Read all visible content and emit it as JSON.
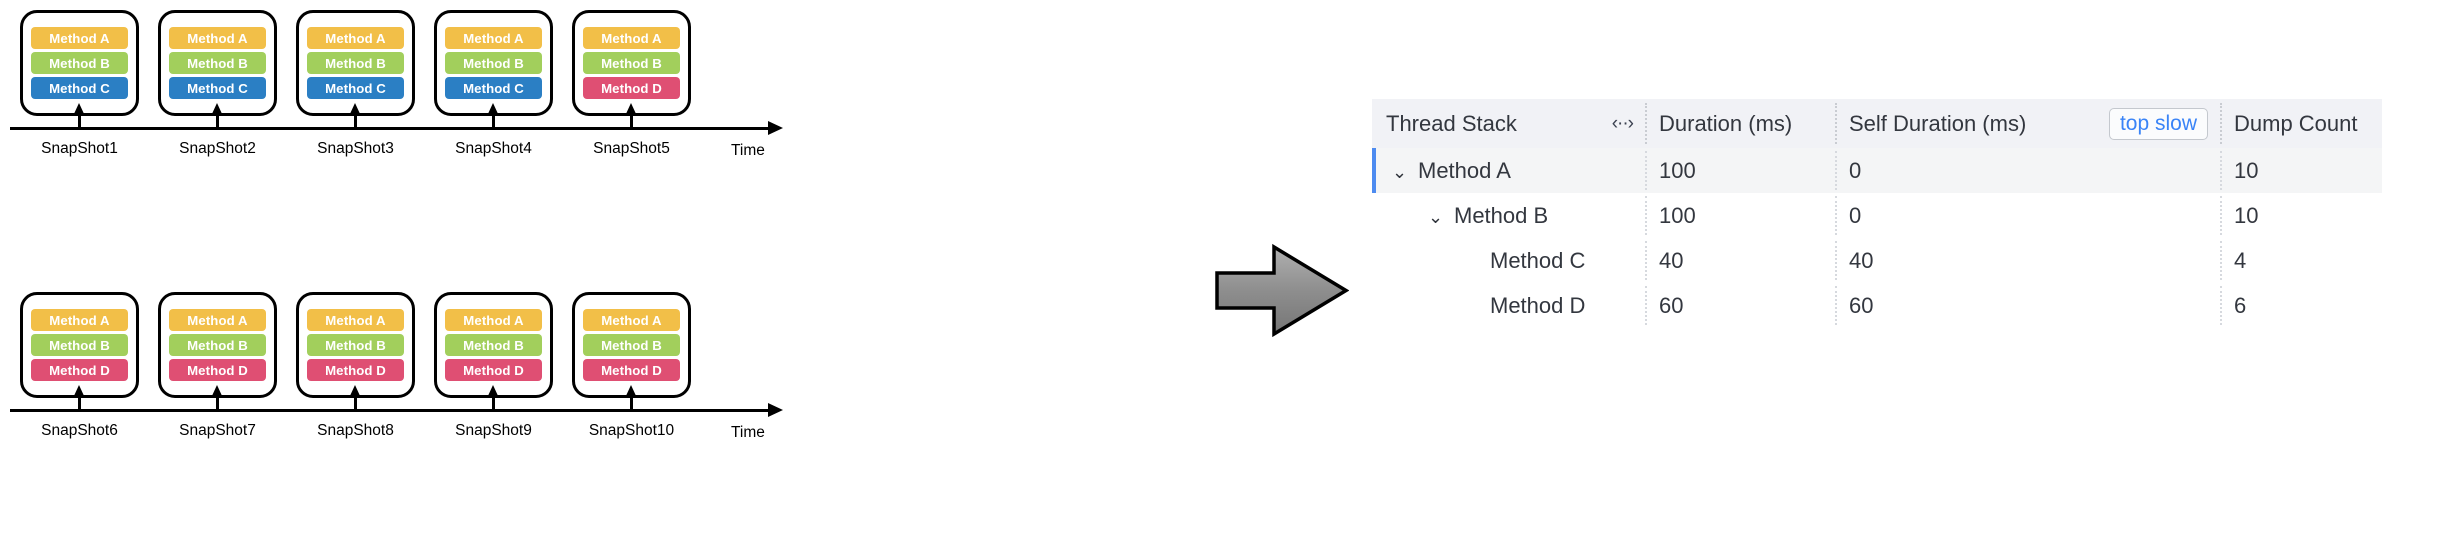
{
  "diagram": {
    "time_axis_label": "Time",
    "rows": [
      {
        "snapshots": [
          {
            "label": "SnapShot1",
            "methods": [
              {
                "name": "Method A",
                "color": "#f2bf48"
              },
              {
                "name": "Method B",
                "color": "#a2cf5c"
              },
              {
                "name": "Method C",
                "color": "#2b7fc4"
              }
            ]
          },
          {
            "label": "SnapShot2",
            "methods": [
              {
                "name": "Method A",
                "color": "#f2bf48"
              },
              {
                "name": "Method B",
                "color": "#a2cf5c"
              },
              {
                "name": "Method C",
                "color": "#2b7fc4"
              }
            ]
          },
          {
            "label": "SnapShot3",
            "methods": [
              {
                "name": "Method A",
                "color": "#f2bf48"
              },
              {
                "name": "Method B",
                "color": "#a2cf5c"
              },
              {
                "name": "Method C",
                "color": "#2b7fc4"
              }
            ]
          },
          {
            "label": "SnapShot4",
            "methods": [
              {
                "name": "Method A",
                "color": "#f2bf48"
              },
              {
                "name": "Method B",
                "color": "#a2cf5c"
              },
              {
                "name": "Method C",
                "color": "#2b7fc4"
              }
            ]
          },
          {
            "label": "SnapShot5",
            "methods": [
              {
                "name": "Method A",
                "color": "#f2bf48"
              },
              {
                "name": "Method B",
                "color": "#a2cf5c"
              },
              {
                "name": "Method D",
                "color": "#df4f73"
              }
            ]
          }
        ]
      },
      {
        "snapshots": [
          {
            "label": "SnapShot6",
            "methods": [
              {
                "name": "Method A",
                "color": "#f2bf48"
              },
              {
                "name": "Method B",
                "color": "#a2cf5c"
              },
              {
                "name": "Method D",
                "color": "#df4f73"
              }
            ]
          },
          {
            "label": "SnapShot7",
            "methods": [
              {
                "name": "Method A",
                "color": "#f2bf48"
              },
              {
                "name": "Method B",
                "color": "#a2cf5c"
              },
              {
                "name": "Method D",
                "color": "#df4f73"
              }
            ]
          },
          {
            "label": "SnapShot8",
            "methods": [
              {
                "name": "Method A",
                "color": "#f2bf48"
              },
              {
                "name": "Method B",
                "color": "#a2cf5c"
              },
              {
                "name": "Method D",
                "color": "#df4f73"
              }
            ]
          },
          {
            "label": "SnapShot9",
            "methods": [
              {
                "name": "Method A",
                "color": "#f2bf48"
              },
              {
                "name": "Method B",
                "color": "#a2cf5c"
              },
              {
                "name": "Method D",
                "color": "#df4f73"
              }
            ]
          },
          {
            "label": "SnapShot10",
            "methods": [
              {
                "name": "Method A",
                "color": "#f2bf48"
              },
              {
                "name": "Method B",
                "color": "#a2cf5c"
              },
              {
                "name": "Method D",
                "color": "#df4f73"
              }
            ]
          }
        ]
      }
    ],
    "flow_arrow": "right-arrow"
  },
  "table": {
    "columns": [
      {
        "key": "thread_stack",
        "label": "Thread Stack"
      },
      {
        "key": "duration",
        "label": "Duration (ms)"
      },
      {
        "key": "self_duration",
        "label": "Self Duration (ms)"
      },
      {
        "key": "dump_count",
        "label": "Dump Count"
      }
    ],
    "resize_icon": "‹··›",
    "top_slow_label": "top slow",
    "expand_icon": "⌄",
    "accent_color": "#4d8bf0",
    "rows": [
      {
        "name": "Method A",
        "indent": 0,
        "expandable": true,
        "expanded": true,
        "selected": true,
        "duration": "100",
        "self_duration": "0",
        "dump_count": "10"
      },
      {
        "name": "Method B",
        "indent": 1,
        "expandable": true,
        "expanded": true,
        "selected": false,
        "duration": "100",
        "self_duration": "0",
        "dump_count": "10"
      },
      {
        "name": "Method C",
        "indent": 2,
        "expandable": false,
        "expanded": false,
        "selected": false,
        "duration": "40",
        "self_duration": "40",
        "dump_count": "4"
      },
      {
        "name": "Method D",
        "indent": 2,
        "expandable": false,
        "expanded": false,
        "selected": false,
        "duration": "60",
        "self_duration": "60",
        "dump_count": "6"
      }
    ]
  }
}
